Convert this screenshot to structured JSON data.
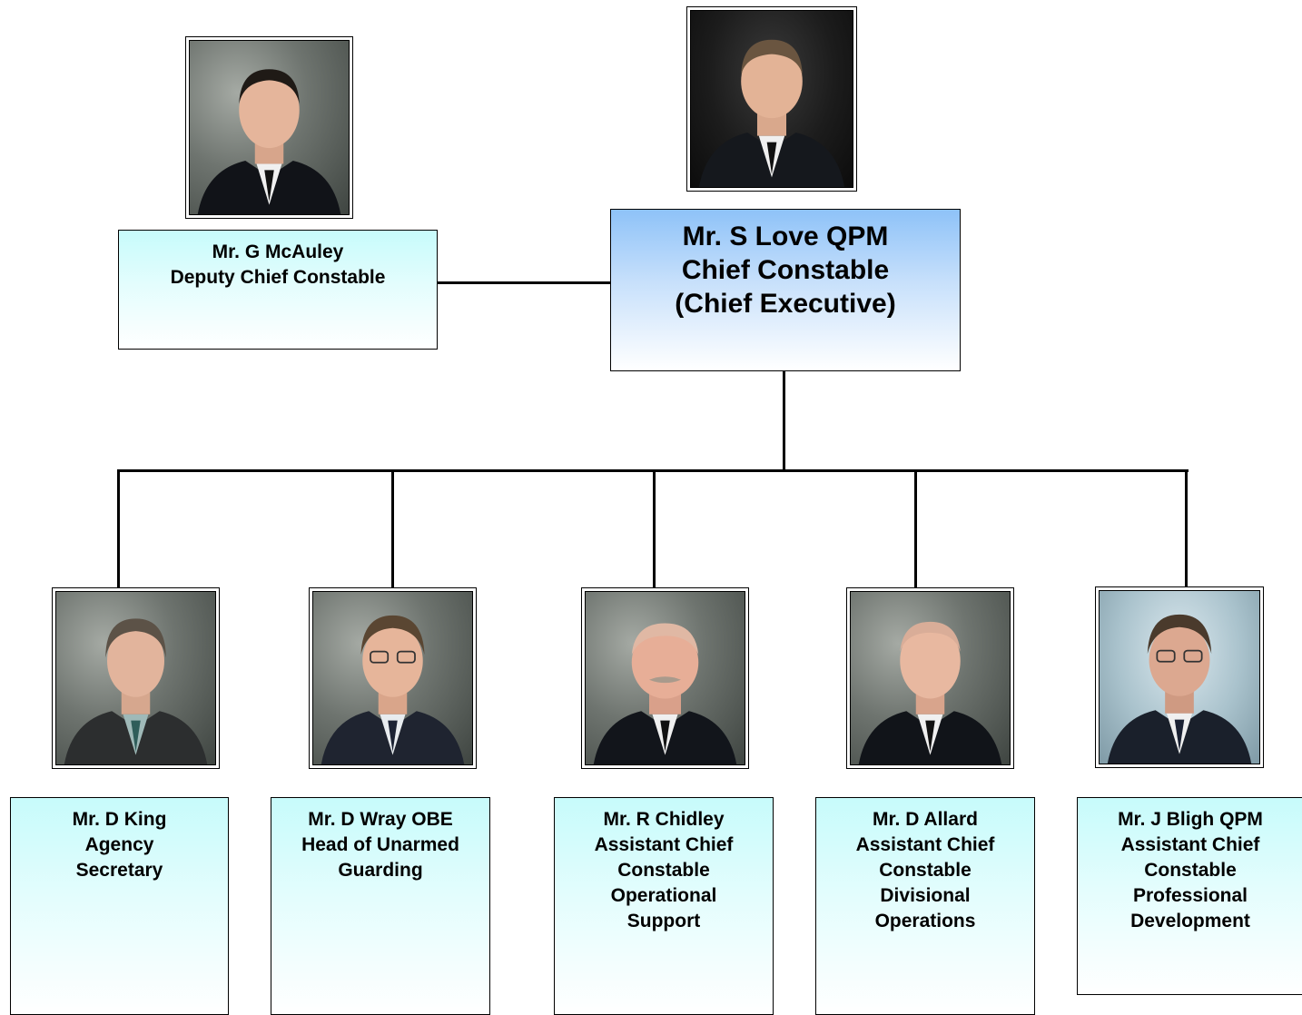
{
  "chief": {
    "name": "Mr. S Love QPM",
    "role": "Chief Constable",
    "role2": "(Chief Executive)"
  },
  "deputy": {
    "name": "Mr. G McAuley",
    "role": "Deputy Chief Constable"
  },
  "reports": [
    {
      "line1": "Mr. D King",
      "line2": "Agency",
      "line3": "Secretary",
      "line4": "",
      "line5": ""
    },
    {
      "line1": "Mr. D Wray OBE",
      "line2": "Head of Unarmed",
      "line3": "Guarding",
      "line4": "",
      "line5": ""
    },
    {
      "line1": "Mr. R Chidley",
      "line2": "Assistant Chief",
      "line3": "Constable",
      "line4": "Operational",
      "line5": "Support"
    },
    {
      "line1": "Mr. D Allard",
      "line2": "Assistant Chief",
      "line3": "Constable",
      "line4": "Divisional",
      "line5": "Operations"
    },
    {
      "line1": "Mr. J Bligh QPM",
      "line2": "Assistant Chief",
      "line3": "Constable",
      "line4": "Professional",
      "line5": "Development"
    }
  ],
  "colors": {
    "chief_box_top": "#8ec2f8",
    "report_box_top": "#c7fbfb",
    "connector": "#000000"
  },
  "icons": {
    "portrait": "person-portrait-icon"
  }
}
